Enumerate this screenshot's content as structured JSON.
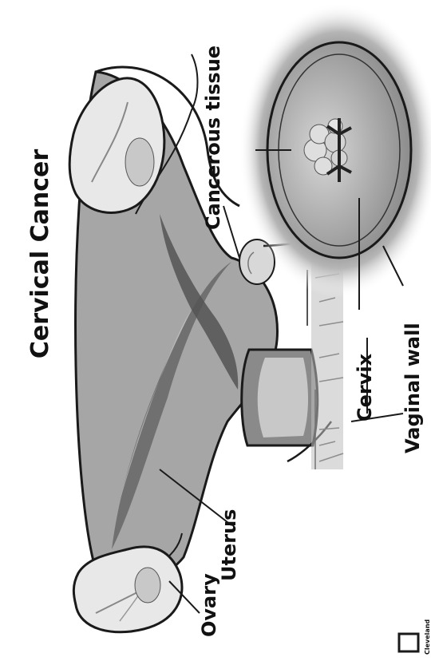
{
  "title": "Cervical Cancer",
  "labels": {
    "cancerous_tissue": "Cancerous tissue",
    "cervix": "Cervix",
    "vaginal_wall": "Vaginal wall",
    "uterus": "Uterus",
    "ovary": "Ovary"
  },
  "logo_text": "Cleveland",
  "colors": {
    "tissue_gray": "#9a9a9a",
    "dark_gray": "#5a5a5a",
    "outline": "#1a1a1a",
    "ovary_fill": "#e8e8e8"
  }
}
